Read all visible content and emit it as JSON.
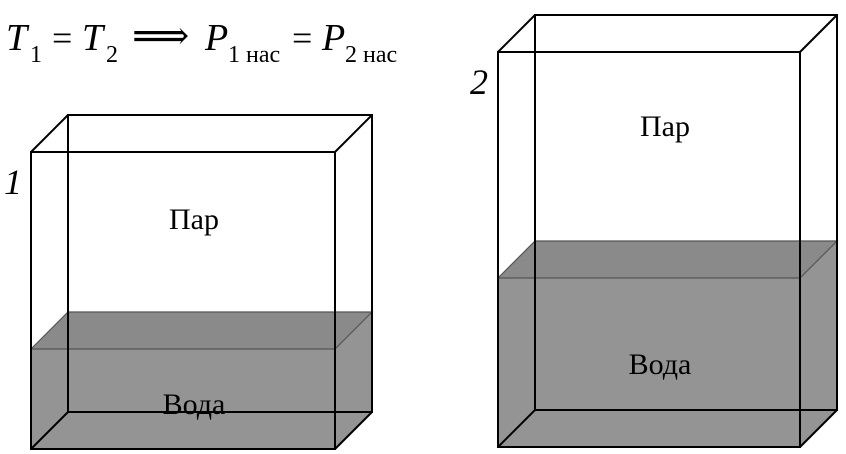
{
  "formula": {
    "t": "T",
    "sub1": "1",
    "equals": "=",
    "sub2": "2",
    "implies": "⟹",
    "p": "P",
    "sub_p1": "1 нас",
    "sub_p2": "2 нас"
  },
  "vessel1": {
    "number": "1",
    "vapor_label": "Пар",
    "water_label": "Вода"
  },
  "vessel2": {
    "number": "2",
    "vapor_label": "Пар",
    "water_label": "Вода"
  },
  "colors": {
    "water": "#949494",
    "water_top": "#8a8a8a",
    "outline": "#000000"
  }
}
